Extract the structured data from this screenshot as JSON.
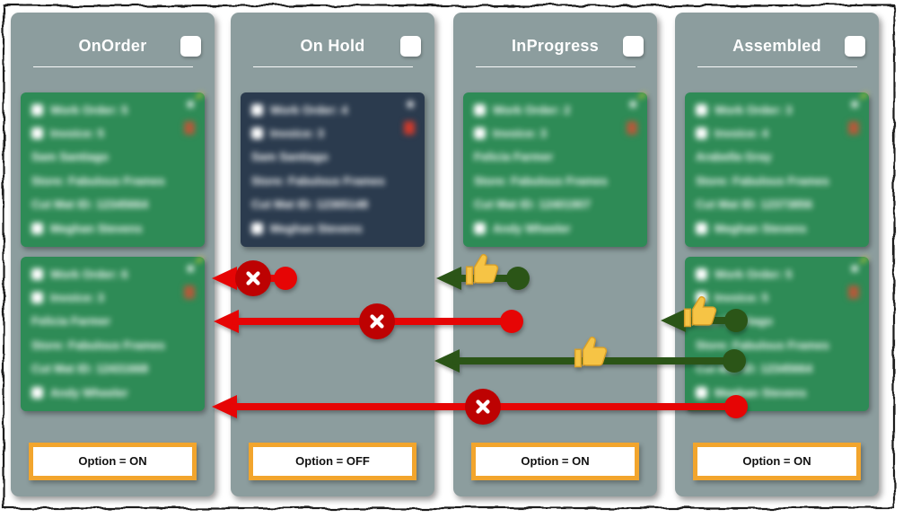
{
  "columns": [
    {
      "title": "OnOrder",
      "checkbox_checked": false,
      "option_label": "Option = ON",
      "cards": [
        {
          "variant": "green",
          "work_order": "Work Order: 5",
          "invoice": "Invoice: 5",
          "customer": "Sam Santiago",
          "store": "Store: Fabulous Frames",
          "cut_mat_id": "Cut Mat ID: 12345664",
          "assignee": "Meghan Stevens"
        },
        {
          "variant": "green",
          "work_order": "Work Order: 6",
          "invoice": "Invoice: 3",
          "customer": "Felicia Farmer",
          "store": "Store: Fabulous Frames",
          "cut_mat_id": "Cut Mat ID: 12431668",
          "assignee": "Andy Wheeler"
        }
      ]
    },
    {
      "title": "On Hold",
      "checkbox_checked": false,
      "option_label": "Option = OFF",
      "cards": [
        {
          "variant": "navy",
          "work_order": "Work Order: 4",
          "invoice": "Invoice: 3",
          "customer": "Sam Santiago",
          "store": "Store: Fabulous Frames",
          "cut_mat_id": "Cut Mat ID: 12365148",
          "assignee": "Meghan Stevens"
        }
      ]
    },
    {
      "title": "InProgress",
      "checkbox_checked": false,
      "option_label": "Option = ON",
      "cards": [
        {
          "variant": "green",
          "work_order": "Work Order: 2",
          "invoice": "Invoice: 3",
          "customer": "Felicia Farmer",
          "store": "Store: Fabulous Frames",
          "cut_mat_id": "Cut Mat ID: 12401907",
          "assignee": "Andy Wheeler"
        }
      ]
    },
    {
      "title": "Assembled",
      "checkbox_checked": false,
      "option_label": "Option = ON",
      "cards": [
        {
          "variant": "green",
          "work_order": "Work Order: 3",
          "invoice": "Invoice: 4",
          "customer": "Arabella Gray",
          "store": "Store: Fabulous Frames",
          "cut_mat_id": "Cut Mat ID: 12373856",
          "assignee": "Meghan Stevens"
        },
        {
          "variant": "green",
          "work_order": "Work Order: 5",
          "invoice": "Invoice: 5",
          "customer": "Sam Santiago",
          "store": "Store: Fabulous Frames",
          "cut_mat_id": "Cut Mat ID: 12345664",
          "assignee": "Meghan Stevens"
        }
      ]
    }
  ],
  "arrows": [
    {
      "from": "On Hold",
      "to": "OnOrder",
      "result": "rejected",
      "icon": "x-circle-icon"
    },
    {
      "from": "InProgress",
      "to": "On Hold",
      "result": "allowed",
      "icon": "thumbs-up-icon"
    },
    {
      "from": "InProgress",
      "to": "OnOrder",
      "result": "rejected",
      "icon": "x-circle-icon"
    },
    {
      "from": "Assembled",
      "to": "InProgress",
      "result": "allowed",
      "icon": "thumbs-up-icon"
    },
    {
      "from": "Assembled",
      "to": "On Hold",
      "result": "allowed",
      "icon": "thumbs-up-icon"
    },
    {
      "from": "Assembled",
      "to": "OnOrder",
      "result": "rejected",
      "icon": "x-circle-icon"
    }
  ],
  "colors": {
    "column_bg": "#8c9d9e",
    "card_green": "#2e8b56",
    "card_navy": "#2b3b4e",
    "arrow_red": "#e60505",
    "badge_red": "#bd0202",
    "arrow_green": "#2b5517",
    "option_border": "#f2a52d",
    "text_white": "#ffffff",
    "text_black": "#111111"
  }
}
